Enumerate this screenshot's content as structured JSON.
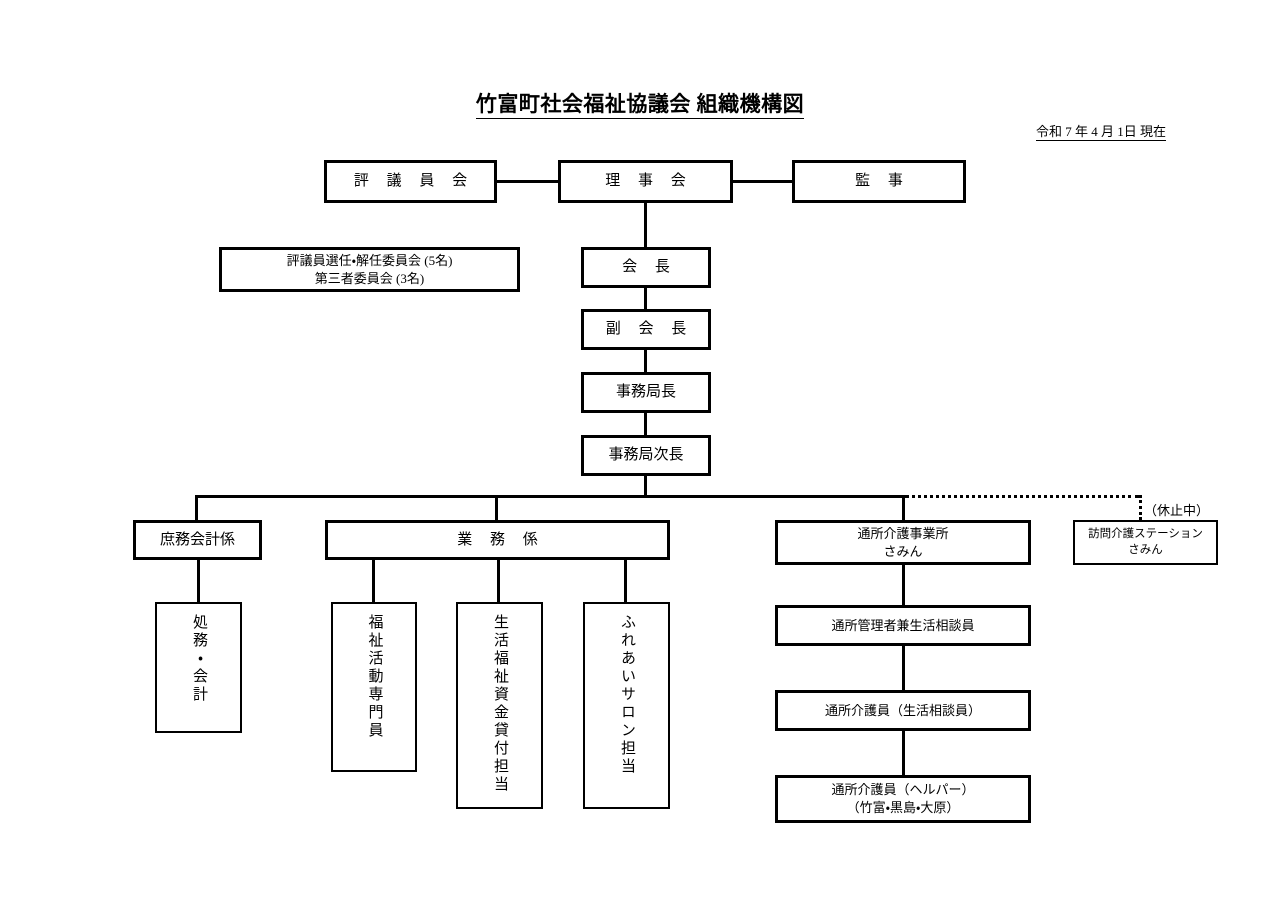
{
  "header": {
    "title": "竹富町社会福祉協議会  組織機構図",
    "date": "令和 7 年 4 月 1日 現在"
  },
  "notes": {
    "suspended": "（休止中）"
  },
  "chart_data": {
    "type": "diagram",
    "title": "竹富町社会福祉協議会  組織機構図",
    "subtitle": "令和 7 年 4 月 1日 現在",
    "orientation": "top-down",
    "nodes": [
      {
        "id": "hyogiinkai",
        "label": "評 議 員 会",
        "level": 0
      },
      {
        "id": "rijikai",
        "label": "理 事 会",
        "level": 0
      },
      {
        "id": "kanji",
        "label": "監 事",
        "level": 0
      },
      {
        "id": "iinkai",
        "label_line1": "評議員選任・解任委員会 (5名)",
        "label_line2": "第三者委員会 (3名)",
        "level": 1
      },
      {
        "id": "kaicho",
        "label": "会 長",
        "level": 1
      },
      {
        "id": "fukukaicho",
        "label": "副 会 長",
        "level": 2
      },
      {
        "id": "jimukyokucho",
        "label": "事務局長",
        "level": 3
      },
      {
        "id": "jimukyokujicho",
        "label": "事務局次長",
        "level": 4
      },
      {
        "id": "shomukaikeigakari",
        "label": "庶務会計係",
        "level": 5
      },
      {
        "id": "gyomugakari",
        "label": "業  務  係",
        "level": 5
      },
      {
        "id": "tsushojigyosho",
        "label_line1": "通所介護事業所",
        "label_line2": "さみん",
        "level": 5
      },
      {
        "id": "homonstation",
        "label_line1": "訪問介護ステーション",
        "label_line2": "さみん",
        "level": 5,
        "status": "（休止中）"
      },
      {
        "id": "shomukaikei",
        "label": "処務・会計",
        "level": 6,
        "vertical": true
      },
      {
        "id": "fukushikatsudo",
        "label": "福祉活動専門員",
        "level": 6,
        "vertical": true
      },
      {
        "id": "seikatsushikin",
        "label": "生活福祉資金貸付担当",
        "level": 6,
        "vertical": true
      },
      {
        "id": "fureaisalon",
        "label": "ふれあいサロン担当",
        "level": 6,
        "vertical": true
      },
      {
        "id": "tsushokanrisha",
        "label": "通所管理者兼生活相談員",
        "level": 6
      },
      {
        "id": "tsushokaigoin",
        "label": "通所介護員（生活相談員）",
        "level": 7
      },
      {
        "id": "tsushohelper",
        "label_line1": "通所介護員（ヘルパー）",
        "label_line2": "（竹富・黒島・大原）",
        "level": 8
      }
    ],
    "edges": [
      {
        "from": "hyogiinkai",
        "to": "rijikai",
        "style": "solid"
      },
      {
        "from": "rijikai",
        "to": "kanji",
        "style": "solid"
      },
      {
        "from": "rijikai",
        "to": "kaicho",
        "style": "solid"
      },
      {
        "from": "kaicho",
        "to": "fukukaicho",
        "style": "solid"
      },
      {
        "from": "fukukaicho",
        "to": "jimukyokucho",
        "style": "solid"
      },
      {
        "from": "jimukyokucho",
        "to": "jimukyokujicho",
        "style": "solid"
      },
      {
        "from": "jimukyokujicho",
        "to": "shomukaikeigakari",
        "style": "solid"
      },
      {
        "from": "jimukyokujicho",
        "to": "gyomugakari",
        "style": "solid"
      },
      {
        "from": "jimukyokujicho",
        "to": "tsushojigyosho",
        "style": "solid"
      },
      {
        "from": "jimukyokujicho",
        "to": "homonstation",
        "style": "dotted"
      },
      {
        "from": "shomukaikeigakari",
        "to": "shomukaikei",
        "style": "solid"
      },
      {
        "from": "gyomugakari",
        "to": "fukushikatsudo",
        "style": "solid"
      },
      {
        "from": "gyomugakari",
        "to": "seikatsushikin",
        "style": "solid"
      },
      {
        "from": "gyomugakari",
        "to": "fureaisalon",
        "style": "solid"
      },
      {
        "from": "tsushojigyosho",
        "to": "tsushokanrisha",
        "style": "solid"
      },
      {
        "from": "tsushokanrisha",
        "to": "tsushokaigoin",
        "style": "solid"
      },
      {
        "from": "tsushokaigoin",
        "to": "tsushohelper",
        "style": "solid"
      }
    ]
  }
}
